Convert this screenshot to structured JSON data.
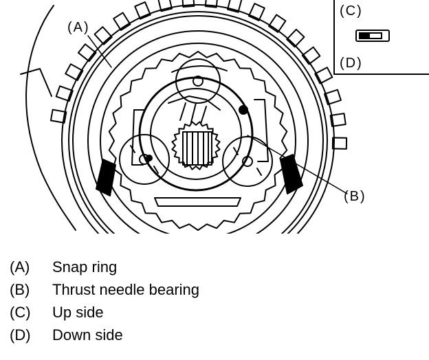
{
  "callouts": {
    "a": "(A)",
    "b": "(B)",
    "c": "(C)",
    "d": "(D)"
  },
  "legend": [
    {
      "key": "(A)",
      "text": "Snap ring"
    },
    {
      "key": "(B)",
      "text": "Thrust needle bearing"
    },
    {
      "key": "(C)",
      "text": "Up side"
    },
    {
      "key": "(D)",
      "text": "Down side"
    }
  ]
}
